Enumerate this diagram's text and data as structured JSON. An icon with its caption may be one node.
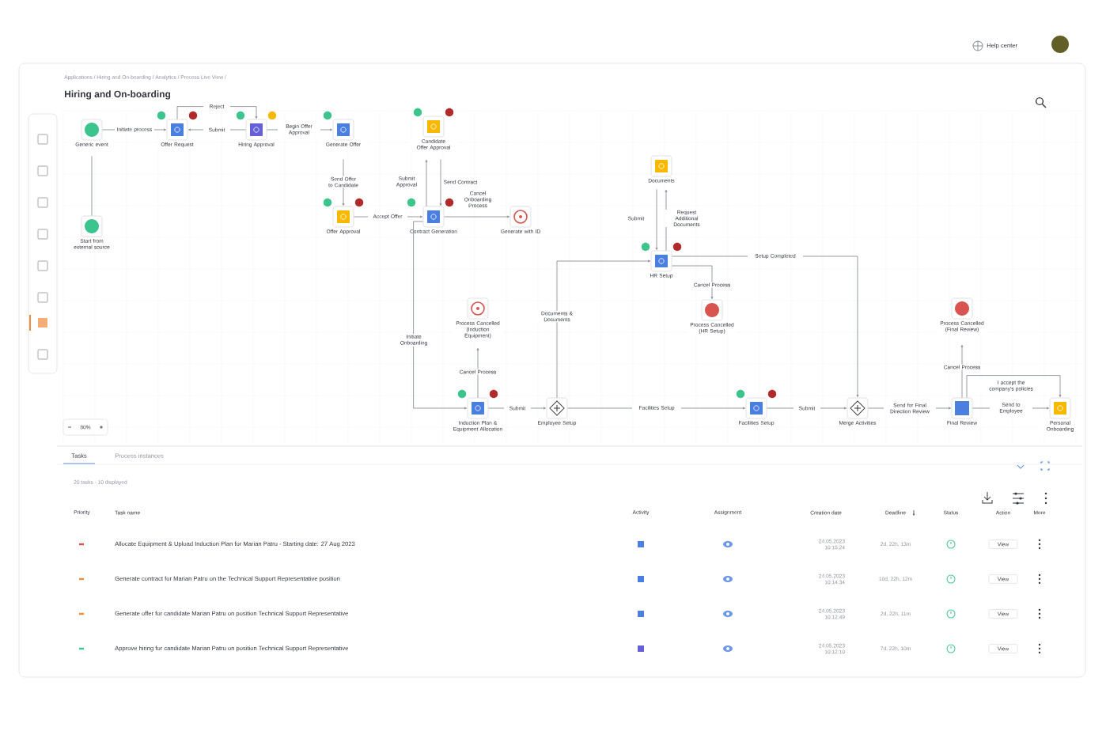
{
  "diagram": {
    "title": "Hiring and On-boarding",
    "nodes": [
      {
        "text": [
          "Generic event"
        ]
      },
      {
        "text": [
          "Start from external source"
        ]
      },
      {
        "text": [
          "Offer Request"
        ]
      },
      {
        "text": [
          "Hiring Approval"
        ]
      },
      {
        "text": [
          "Generate Offer"
        ]
      },
      {
        "text": [
          "Candidate Offer Approval"
        ]
      },
      {
        "text": [
          "Offer Approval"
        ]
      },
      {
        "text": [
          "Contract Generation"
        ]
      },
      {
        "text": [
          "Generate with ID"
        ]
      },
      {
        "text": [
          "Documents"
        ]
      },
      {
        "text": [
          "HR Setup"
        ]
      },
      {
        "text": [
          "Process Cancelled (HR Setup)"
        ]
      },
      {
        "text": [
          "Process Cancelled (Induction Equipment)"
        ]
      },
      {
        "text": [
          "Induction Plan & Equipment Allocation"
        ]
      },
      {
        "text": [
          "Employee Setup"
        ]
      },
      {
        "text": [
          "Facilities Setup"
        ]
      },
      {
        "text": [
          "Merge Activities"
        ]
      },
      {
        "text": [
          "Process Cancelled (Final Review)"
        ]
      },
      {
        "text": [
          "Final Review"
        ]
      },
      {
        "text": [
          "Personal Onboarding"
        ]
      }
    ],
    "edges": [
      {
        "from": 0,
        "to": 2,
        "arrow": "to",
        "label": "Initiate process"
      },
      {
        "from": 1,
        "to": 0,
        "arrow": "none"
      },
      {
        "from": 3,
        "to": 2,
        "arrow": "to",
        "label": "Submit"
      },
      {
        "from": 2,
        "to": 3,
        "arrow": "to",
        "label": "Reject"
      },
      {
        "from": 3,
        "to": 4,
        "arrow": "to",
        "label": "Begin Offer Approval"
      },
      {
        "from": 4,
        "to": 6,
        "arrow": "to",
        "label": "Send Offer to Candidate"
      },
      {
        "from": 6,
        "to": 7,
        "arrow": "to",
        "label": "Accept Offer"
      },
      {
        "from": 7,
        "to": 5,
        "arrow": "to",
        "label": "Submit Approval"
      },
      {
        "from": 5,
        "to": 7,
        "arrow": "to",
        "label": "Send Contract"
      },
      {
        "from": 7,
        "to": 8,
        "arrow": "to",
        "label": "Cancel Onboarding Process"
      },
      {
        "from": 7,
        "to": 13,
        "arrow": "to",
        "label": "Initiate Onboarding"
      },
      {
        "from": 13,
        "to": 12,
        "arrow": "to",
        "label": "Cancel Process"
      },
      {
        "from": 13,
        "to": 14,
        "arrow": "to",
        "label": "Submit"
      },
      {
        "from": 14,
        "to": 10,
        "arrow": "to",
        "label": "Documents & Documents"
      },
      {
        "from": 10,
        "to": 9,
        "arrow": "to",
        "label": "Request Additional Documents"
      },
      {
        "from": 9,
        "to": 10,
        "arrow": "to",
        "label": "Submit"
      },
      {
        "from": 10,
        "to": 11,
        "arrow": "to",
        "label": "Cancel Process"
      },
      {
        "from": 10,
        "to": 16,
        "arrow": "to",
        "label": "Setup Completed"
      },
      {
        "from": 14,
        "to": 15,
        "arrow": "to",
        "label": "Facilities Setup"
      },
      {
        "from": 15,
        "to": 16,
        "arrow": "to",
        "label": "Submit"
      },
      {
        "from": 16,
        "to": 18,
        "arrow": "to",
        "label": "Send for Final Direction Review"
      },
      {
        "from": 18,
        "to": 17,
        "arrow": "to",
        "label": "Cancel Process"
      },
      {
        "from": 18,
        "to": 19,
        "arrow": "to",
        "label": "Send to Employee"
      },
      {
        "from": 18,
        "to": 19,
        "arrow": "to",
        "label": "I accept the company's policies"
      }
    ],
    "labels": [
      "Applications / Hiring and On-boarding / Analytics / Process Live View /",
      "Help center",
      "80%",
      "Tasks",
      "Process instances",
      "20 tasks - 10 displayed",
      "Priority",
      "Task name",
      "Activity",
      "Assignment",
      "Creation date",
      "Deadline",
      "Status",
      "Action",
      "More",
      "Allocate Equipment & Upload Induction Plan for Marian Patru - Starting date: 27 Aug 2023",
      "24.05.2023 10:15:24",
      "2d, 22h, 13m",
      "View",
      "Generate contract for Marian Patru on the Technical Support Representative position",
      "24.05.2023 10:14:34",
      "10d, 22h, 12m",
      "View",
      "Generate offer for candidate Marian Patru on position Technical Support Representative",
      "24.05.2023 10:12:49",
      "2d, 22h, 11m",
      "View",
      "Approve hiring for candidate Marian Patru on position Technical Support Representative",
      "24.05.2023 10:12:10",
      "7d, 22h, 10m",
      "View"
    ]
  }
}
